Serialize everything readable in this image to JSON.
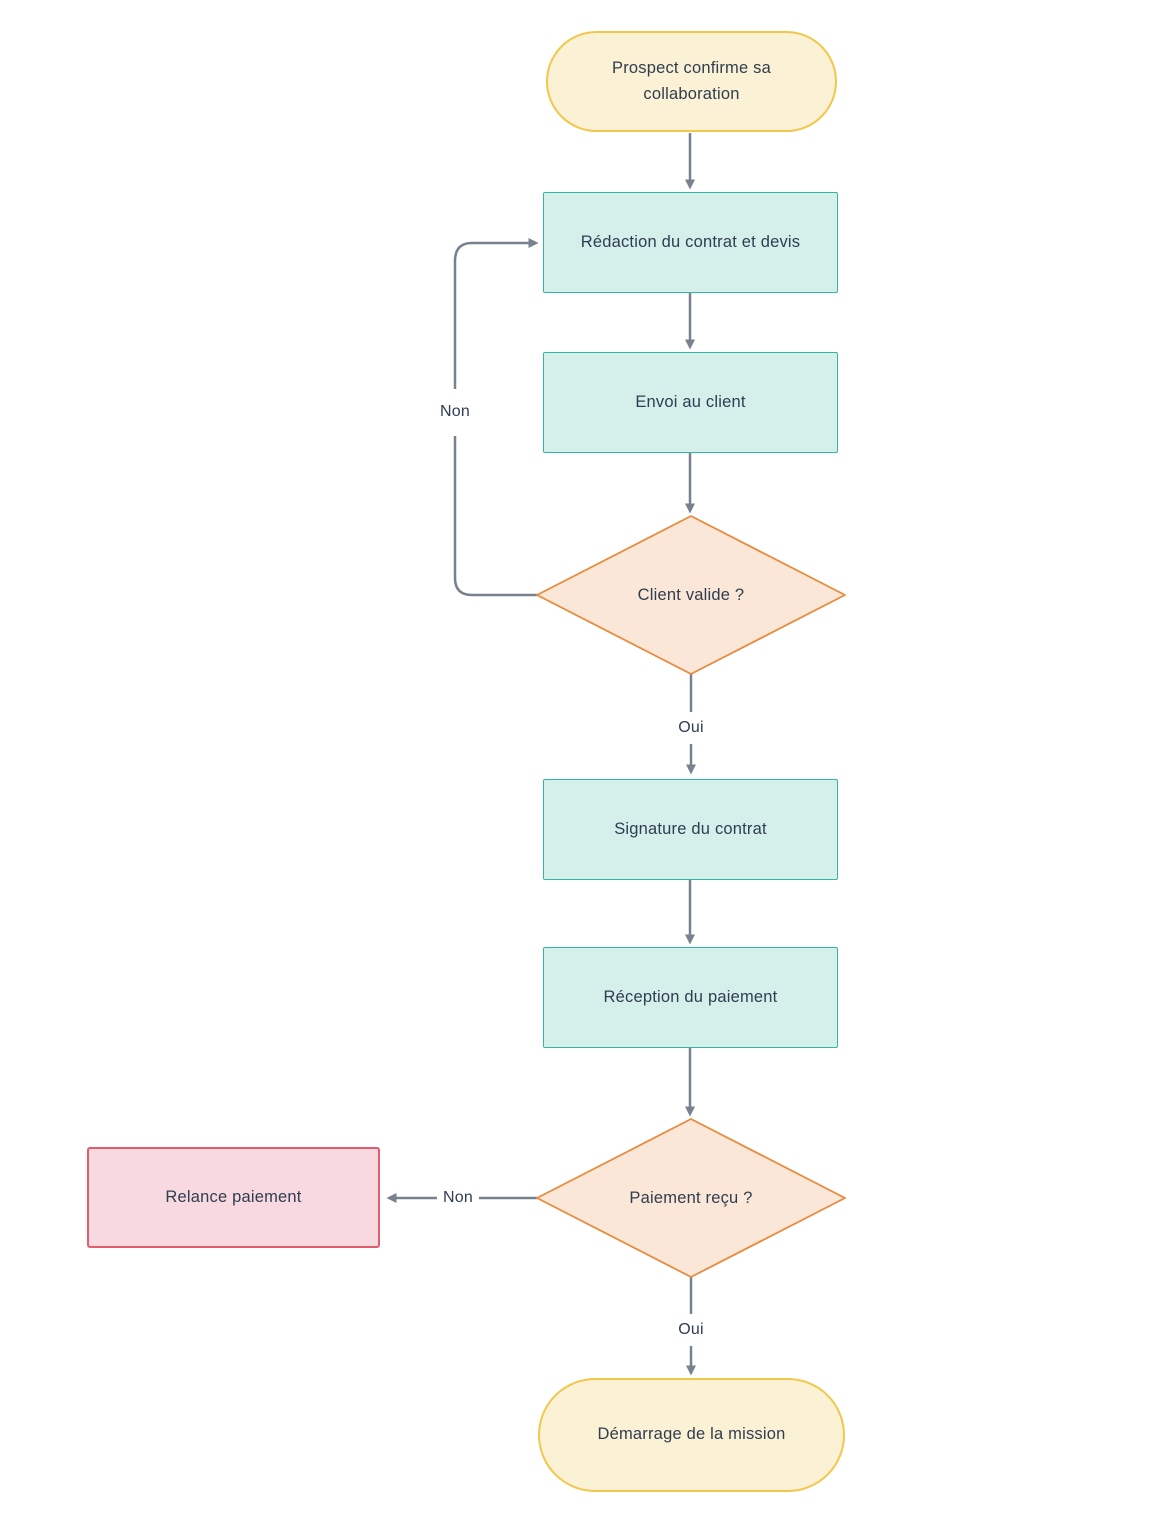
{
  "diagram": {
    "nodes": {
      "start": {
        "type": "terminator",
        "label": "Prospect confirme sa collaboration"
      },
      "redaction": {
        "type": "process",
        "label": "Rédaction du contrat et devis"
      },
      "envoi": {
        "type": "process",
        "label": "Envoi au client"
      },
      "client_valide": {
        "type": "decision",
        "label": "Client valide ?"
      },
      "signature": {
        "type": "process",
        "label": "Signature du contrat"
      },
      "reception": {
        "type": "process",
        "label": "Réception du paiement"
      },
      "paiement_recu": {
        "type": "decision",
        "label": "Paiement reçu ?"
      },
      "relance": {
        "type": "alert",
        "label": "Relance paiement"
      },
      "demarrage": {
        "type": "terminator",
        "label": "Démarrage de la mission"
      }
    },
    "edge_labels": {
      "non_client": "Non",
      "oui_client": "Oui",
      "non_paiement": "Non",
      "oui_paiement": "Oui"
    },
    "colors": {
      "terminator_fill": "#FBF1D4",
      "terminator_border": "#F2C74B",
      "process_fill": "#D5EFEB",
      "process_border": "#38B2A5",
      "decision_fill": "#FAE7D7",
      "decision_border": "#E98A3E",
      "alert_fill": "#F7D9DF",
      "alert_border": "#E15C6E",
      "connector": "#78828F",
      "text": "#2F3D51"
    }
  }
}
